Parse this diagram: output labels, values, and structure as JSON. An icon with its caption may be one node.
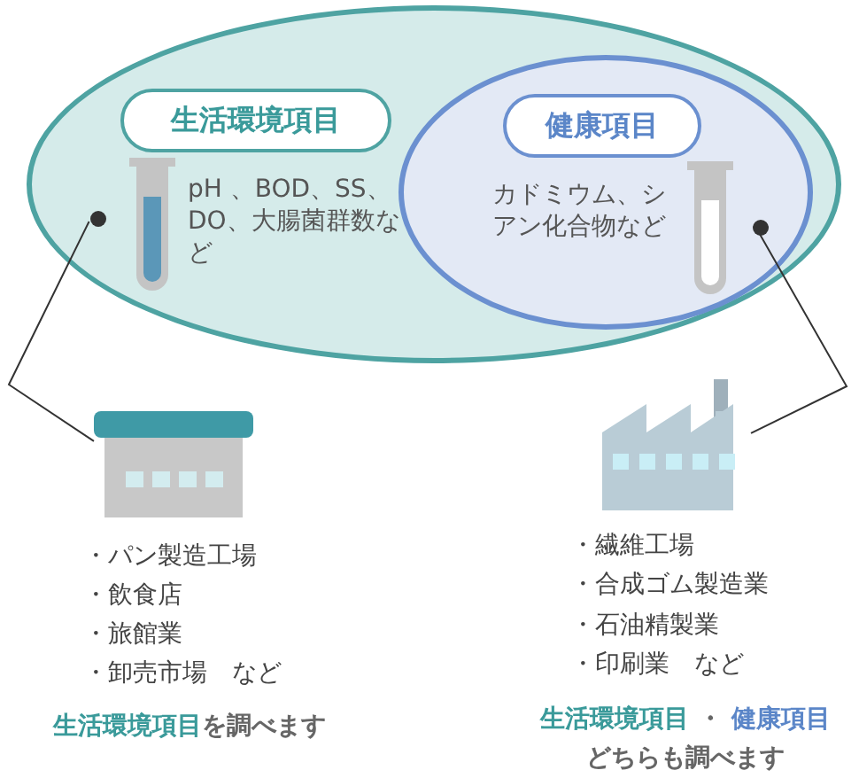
{
  "diagram": {
    "nodes": [
      {
        "text": [
          "pH 、BOD、SS、DO、大腸菌群数など"
        ]
      },
      {
        "text": [
          "生活環境項目"
        ],
        "in": 0
      },
      {
        "text": [
          "カドミウム、シアン化合物など"
        ],
        "in": 0
      },
      {
        "text": [
          "健康項目"
        ],
        "in": 2
      },
      {
        "text": [],
        "shape": "circle",
        "in": 0
      },
      {
        "text": [],
        "shape": "circle",
        "in": 2
      },
      {
        "text": [],
        "shape": "picture"
      },
      {
        "text": [],
        "shape": "picture"
      }
    ],
    "edges": [
      {
        "from": 4,
        "to": 6,
        "arrow": "none"
      },
      {
        "from": 5,
        "to": 7,
        "arrow": "none"
      }
    ],
    "labels": [
      "・パン製造工場",
      "・飲食店",
      "・旅館業",
      "・卸売市場　など",
      "**生活環境項目**を調べます",
      "・繊維工場",
      "・合成ゴム製造業",
      "・石油精製業",
      "・印刷業　など",
      "**生活環境項目** ・ **健康項目**",
      "どちらも調べます"
    ]
  }
}
